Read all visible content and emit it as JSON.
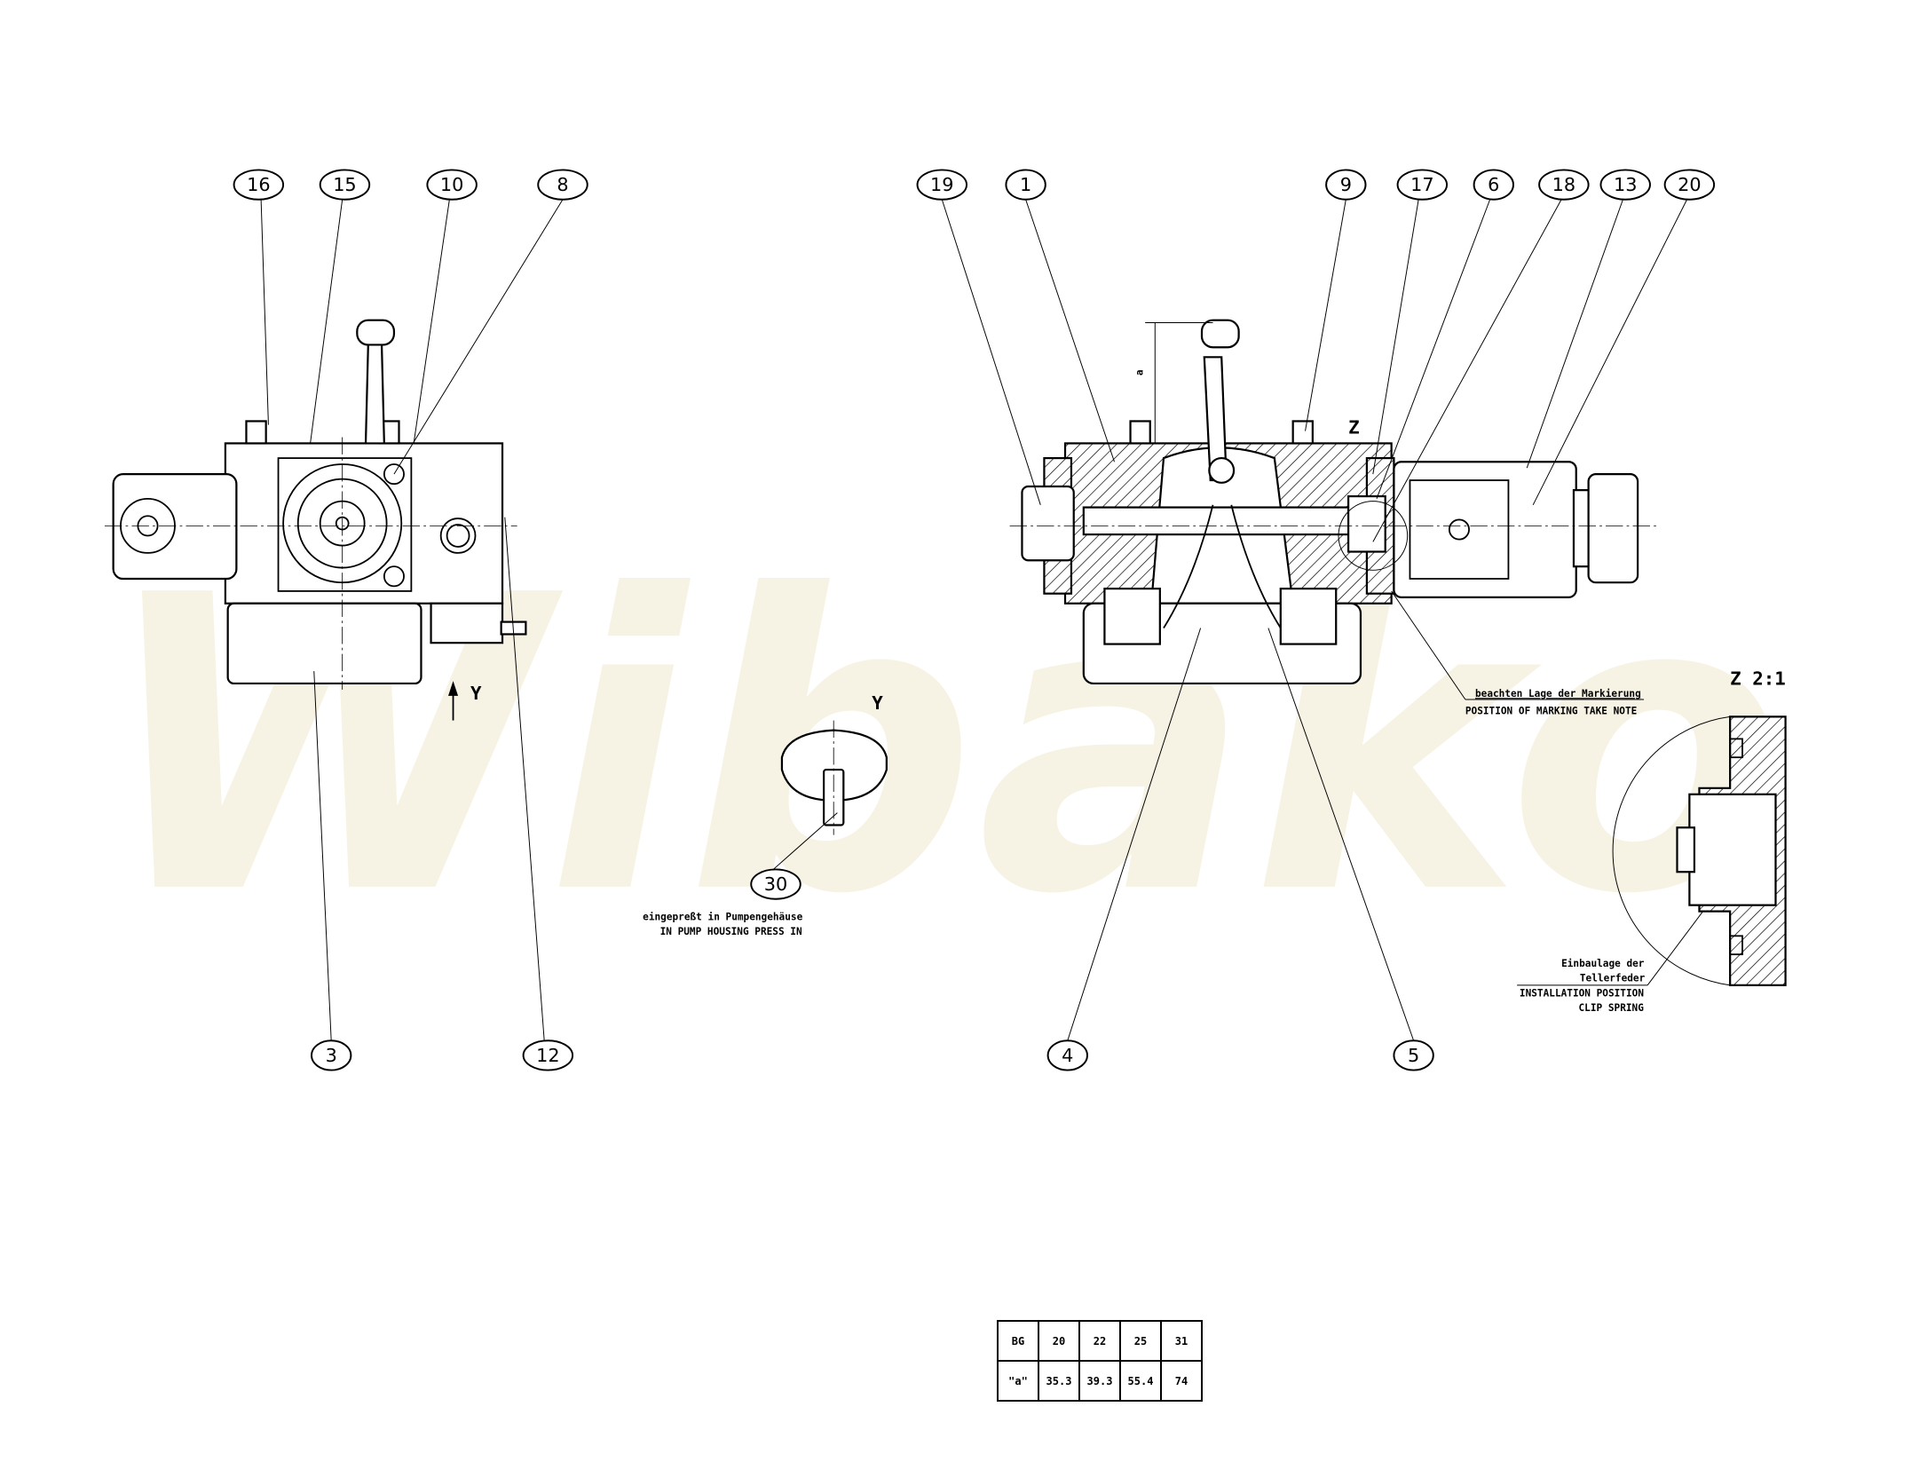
{
  "watermark": "Wibako",
  "balloons": {
    "b16": "16",
    "b15": "15",
    "b10": "10",
    "b8": "8",
    "b19": "19",
    "b1": "1",
    "b9": "9",
    "b17": "17",
    "b6": "6",
    "b18": "18",
    "b13": "13",
    "b20": "20",
    "b3": "3",
    "b12": "12",
    "b30": "30",
    "b4": "4",
    "b5": "5"
  },
  "views": {
    "y_arrow": "Y",
    "y_view_title": "Y",
    "z_label": "Z",
    "z_detail_title": "Z 2:1",
    "dim_a": "a"
  },
  "notes": {
    "marking_de": "beachten Lage der Markierung",
    "marking_en": "POSITION OF MARKING TAKE NOTE",
    "press_de": "eingepreßt in Pumpengehäuse",
    "press_en": "IN PUMP HOUSING PRESS IN",
    "install_de1": "Einbaulage der",
    "install_de2": "Tellerfeder",
    "install_en1": "INSTALLATION POSITION",
    "install_en2": "CLIP SPRING"
  },
  "size_table": {
    "header": [
      "BG",
      "20",
      "22",
      "25",
      "31"
    ],
    "row": [
      "\"a\"",
      "35.3",
      "39.3",
      "55.4",
      "74"
    ]
  }
}
